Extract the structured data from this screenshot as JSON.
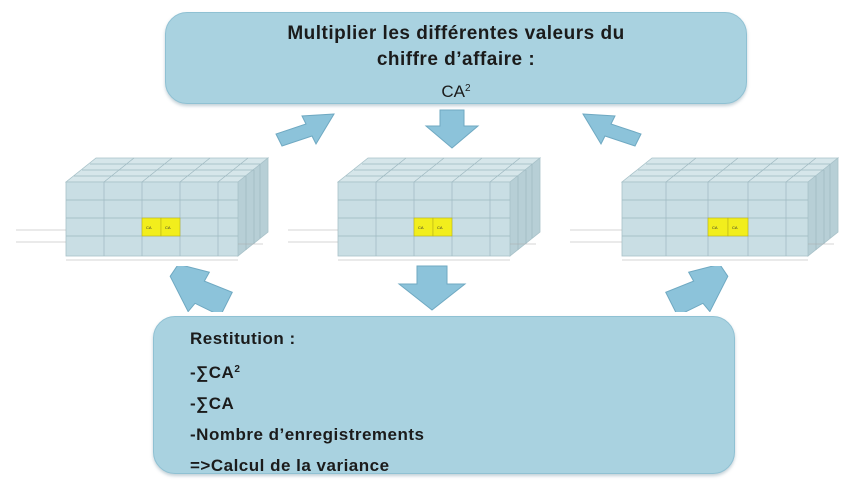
{
  "top_box": {
    "line1": "Multiplier les différentes valeurs du",
    "line2": "chiffre d’affaire :",
    "formula_base": "CA",
    "formula_exp": "2"
  },
  "bottom_box": {
    "title": "Restitution :",
    "item1_base": "-∑CA",
    "item1_exp": "2",
    "item2": "-∑CA",
    "item3": "-Nombre d’enregistrements",
    "item4": "=>Calcul de la variance"
  },
  "colors": {
    "box_fill": "#a9d2e0",
    "arrow_fill": "#8cc3da",
    "cube_face": "#c9dee4",
    "cube_highlight": "#f2ee1c"
  },
  "cubes": [
    {
      "cell1": "CA",
      "cell2": "CA"
    },
    {
      "cell1": "CA",
      "cell2": "CA"
    },
    {
      "cell1": "CA",
      "cell2": "CA"
    }
  ]
}
